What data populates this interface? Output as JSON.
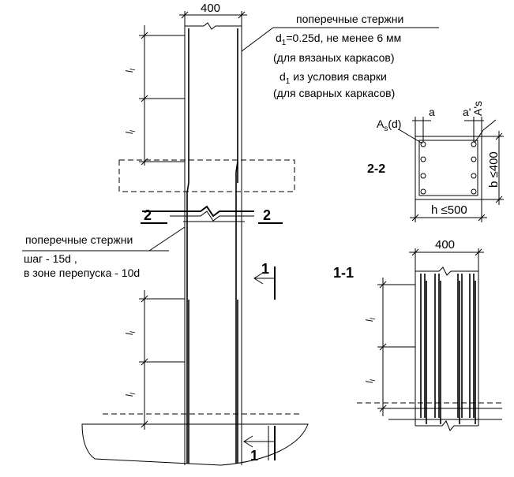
{
  "labels": {
    "dim_400_top": "400",
    "dim_400_section": "400",
    "cross_bars_title": "поперечные стержни",
    "d1_rule": "d",
    "d1_rule_sub": "1",
    "d1_rule_text": "=0.25d, не менее 6 мм",
    "tied_cages": "(для вязаных каркасов)",
    "d1_weld": "d",
    "d1_weld_sub": "1",
    "d1_weld_text": " из условия  сварки",
    "welded_cages": "(для сварных каркасов)",
    "as_d": "A",
    "as_d_sub": "s",
    "as_d_tail": "(d)",
    "a_label": "a",
    "a_prime_label": "a'",
    "as_prime_label": "A's",
    "b_dim": "b ≤400",
    "h_dim": "h ≤500",
    "section_2_2": "2-2",
    "section_1_1": "1-1",
    "cut_2_left": "2",
    "cut_2_right": "2",
    "cut_1_upper": "1",
    "cut_1_lower": "1",
    "lap_length": "l",
    "lap_length_sub": "l",
    "stirrup_title": "поперечные стержни",
    "stirrup_step": "шаг - 15d ,",
    "stirrup_lap_zone": "в зоне перепуска - 10d"
  }
}
